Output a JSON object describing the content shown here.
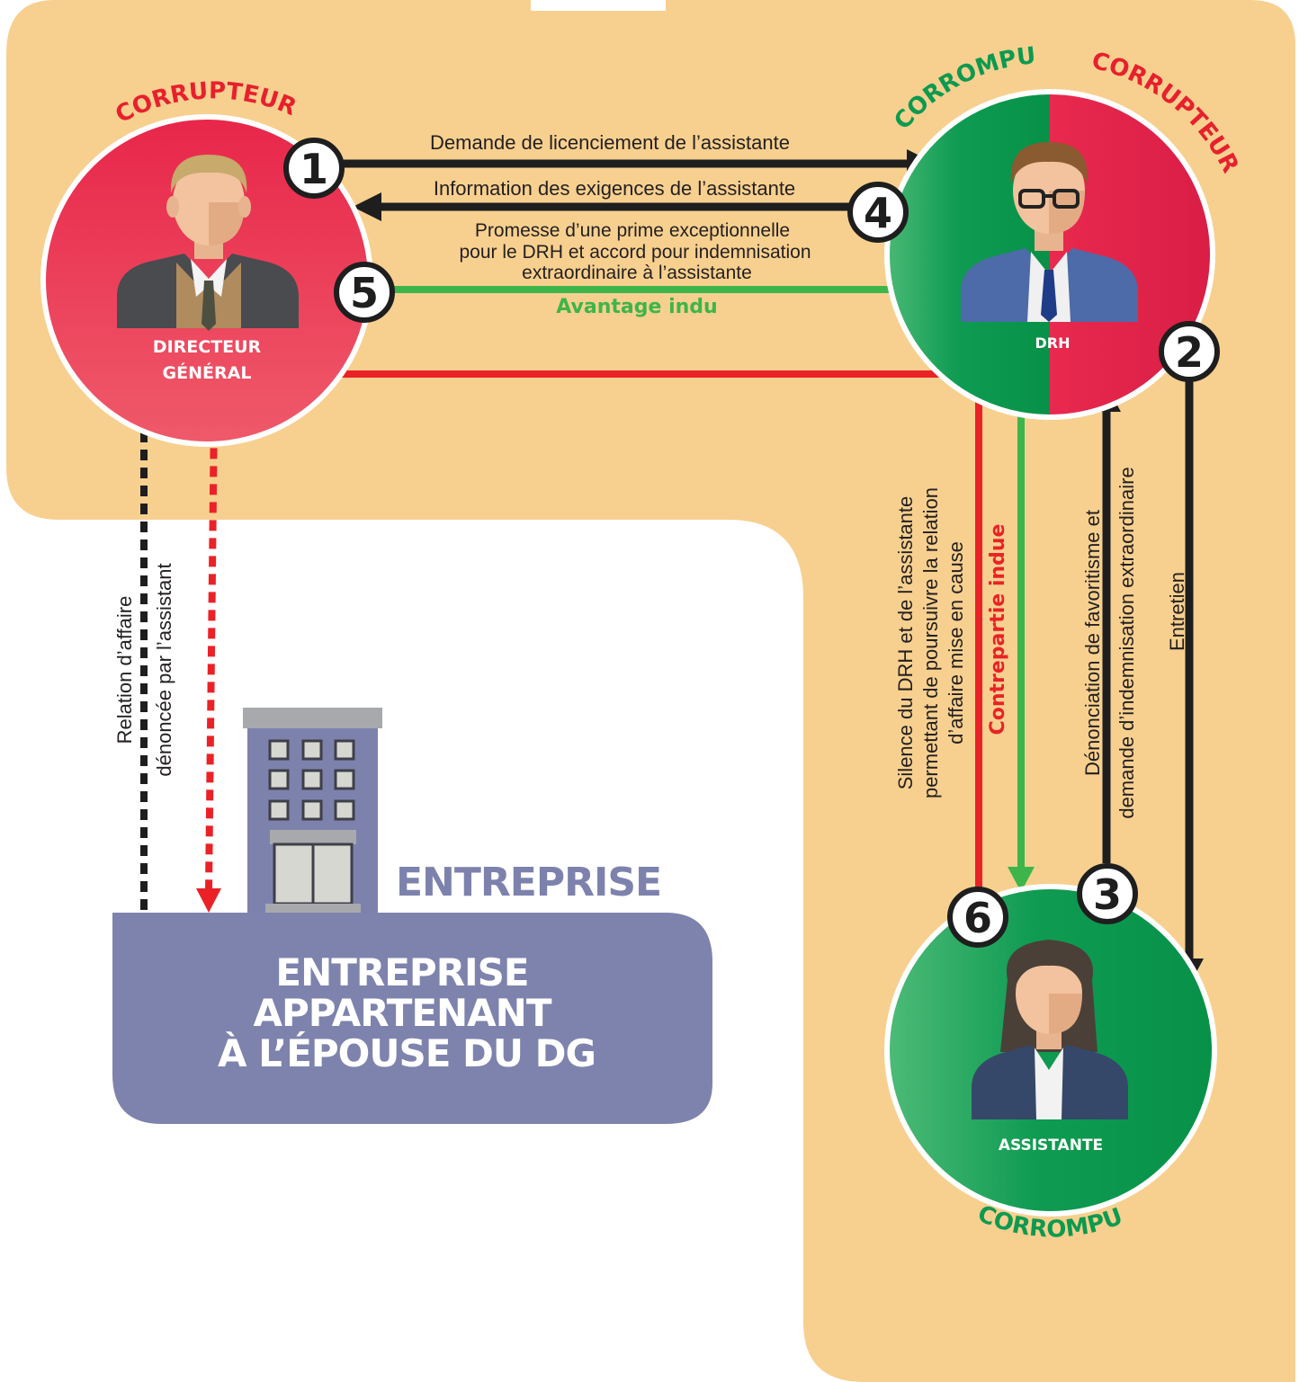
{
  "colors": {
    "background_band": "#f7d08f",
    "red": "#e8304e",
    "green": "#0c9a4f",
    "arrow_black": "#1e1e1e",
    "arrow_red": "#ea2227",
    "arrow_green": "#3db54a",
    "building": "#7d82ad",
    "enterprise_box": "#7e83ad",
    "text_dark": "#231f20"
  },
  "actors": {
    "dg": {
      "role": "CORRUPTEUR",
      "name_line1": "DIRECTEUR",
      "name_line2": "GÉNÉRAL",
      "icon": "businessman-icon"
    },
    "drh": {
      "role_left": "CORROMPU",
      "role_right": "CORRUPTEUR",
      "name": "DRH",
      "icon": "man-with-glasses-icon"
    },
    "assistante": {
      "role": "CORROMPU",
      "name": "ASSISTANTE",
      "icon": "woman-icon"
    }
  },
  "steps": {
    "s1": "1",
    "s2": "2",
    "s3": "3",
    "s4": "4",
    "s5": "5",
    "s6": "6"
  },
  "flows": {
    "f1": "Demande de licenciement de l’assistante",
    "f4": "Information des exigences de l’assistante",
    "f5_line1": "Promesse d’une prime exceptionnelle",
    "f5_line2": "pour le DRH et accord pour indemnisation",
    "f5_line3": "extraordinaire à l’assistante",
    "f5_tag": "Avantage indu",
    "f2": "Entretien",
    "f3_line1": "Dénonciation de favoritisme et",
    "f3_line2": "demande d’indemnisation extraordinaire",
    "f6_tag": "Contrepartie indue",
    "f6_line1": "Silence du DRH et de l’assistante",
    "f6_line2": "permettant de poursuivre la relation",
    "f6_line3": "d’affaire mise en cause",
    "dg_line1": "Relation d’affaire",
    "dg_line2": "dénoncée par l’assistant"
  },
  "enterprise": {
    "building_label": "ENTREPRISE",
    "box_line1": "ENTREPRISE",
    "box_line2": "APPARTENANT",
    "box_line3": "À L’ÉPOUSE DU DG",
    "icon": "office-building-icon"
  }
}
